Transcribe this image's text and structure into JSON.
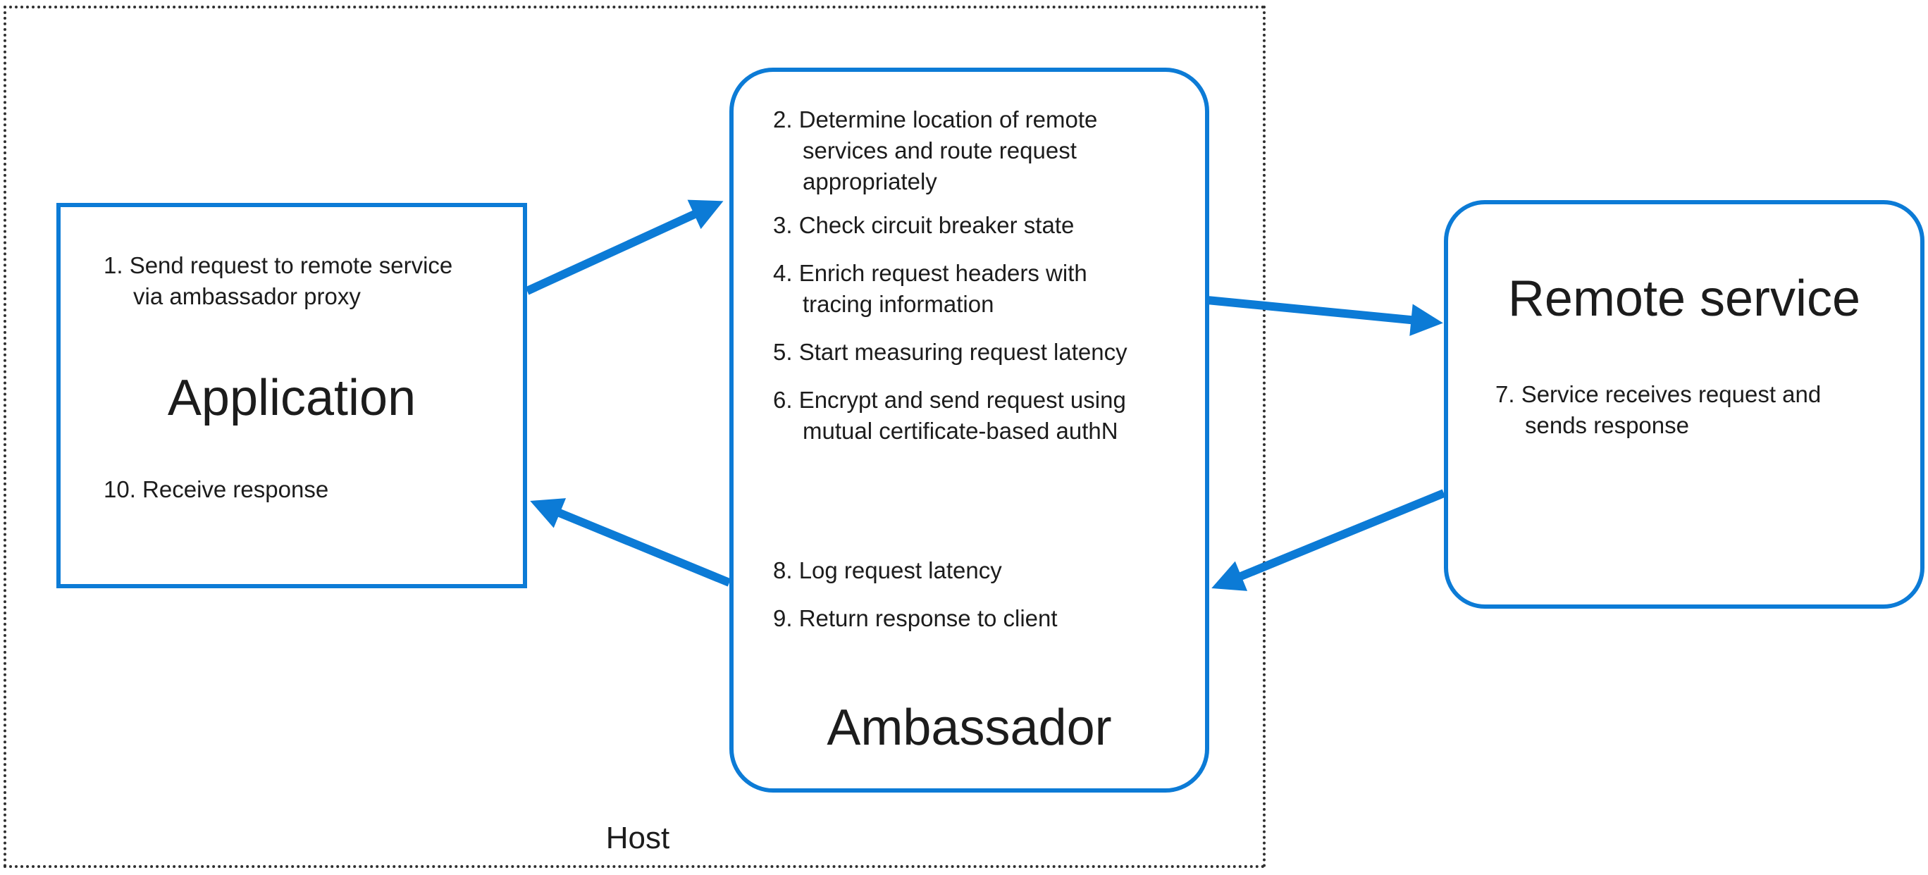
{
  "host": {
    "label": "Host"
  },
  "colors": {
    "accent": "#0c7bd6",
    "text": "#1c1c1c",
    "boundary": "#303030",
    "bg": "#ffffff"
  },
  "boxes": {
    "application": {
      "title": "Application",
      "items": [
        {
          "lines": [
            "1. Send request to remote service",
            "via ambassador proxy"
          ]
        },
        {
          "lines": [
            "10. Receive response"
          ]
        }
      ]
    },
    "ambassador": {
      "title": "Ambassador",
      "items": [
        {
          "lines": [
            "2. Determine location of remote",
            "services and route request",
            "appropriately"
          ]
        },
        {
          "lines": [
            "3. Check circuit breaker state"
          ]
        },
        {
          "lines": [
            "4. Enrich request headers with",
            "tracing information"
          ]
        },
        {
          "lines": [
            "5. Start measuring request latency"
          ]
        },
        {
          "lines": [
            "6. Encrypt and send request using",
            "mutual certificate-based authN"
          ]
        },
        {
          "lines": [
            "8. Log request latency"
          ]
        },
        {
          "lines": [
            "9. Return response to client"
          ]
        }
      ]
    },
    "remote_service": {
      "title": "Remote service",
      "items": [
        {
          "lines": [
            "7. Service receives request and",
            "sends response"
          ]
        }
      ]
    }
  },
  "connections": [
    {
      "from": "Application",
      "to": "Ambassador",
      "carries": "request"
    },
    {
      "from": "Ambassador",
      "to": "Remote service",
      "carries": "request"
    },
    {
      "from": "Remote service",
      "to": "Ambassador",
      "carries": "response"
    },
    {
      "from": "Ambassador",
      "to": "Application",
      "carries": "response"
    }
  ]
}
